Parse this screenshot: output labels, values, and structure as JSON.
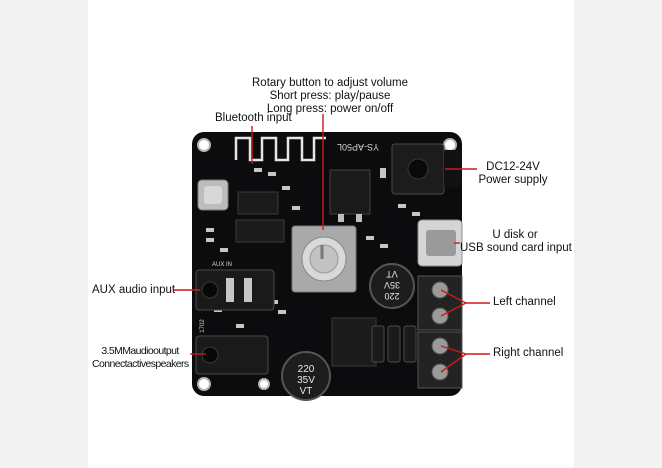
{
  "callouts": {
    "rotary": [
      "Rotary button to adjust volume",
      "Short press: play/pause",
      "Long press: power on/off"
    ],
    "bluetooth": "Bluetooth input",
    "power": [
      "DC12-24V",
      "Power supply"
    ],
    "usb": [
      "U disk or",
      "USB sound card input"
    ],
    "aux": "AUX audio input",
    "left": "Left channel",
    "right": "Right channel",
    "out35": [
      "3.5MMaudiooutput",
      "Connectactivespeakers"
    ]
  },
  "board_marks": {
    "model": "YS-AP50L",
    "aux_in": "AUX IN",
    "cap_top": [
      "220",
      "35V",
      "VT"
    ],
    "cap_bottom": [
      "220",
      "35V",
      "VT"
    ],
    "rev": "1702"
  },
  "colors": {
    "pcb": "#0c0c0e",
    "silk": "#d9d9d9",
    "line": "#cc1a1a",
    "terminal": "#232323",
    "knob": "#a9a9a9"
  }
}
